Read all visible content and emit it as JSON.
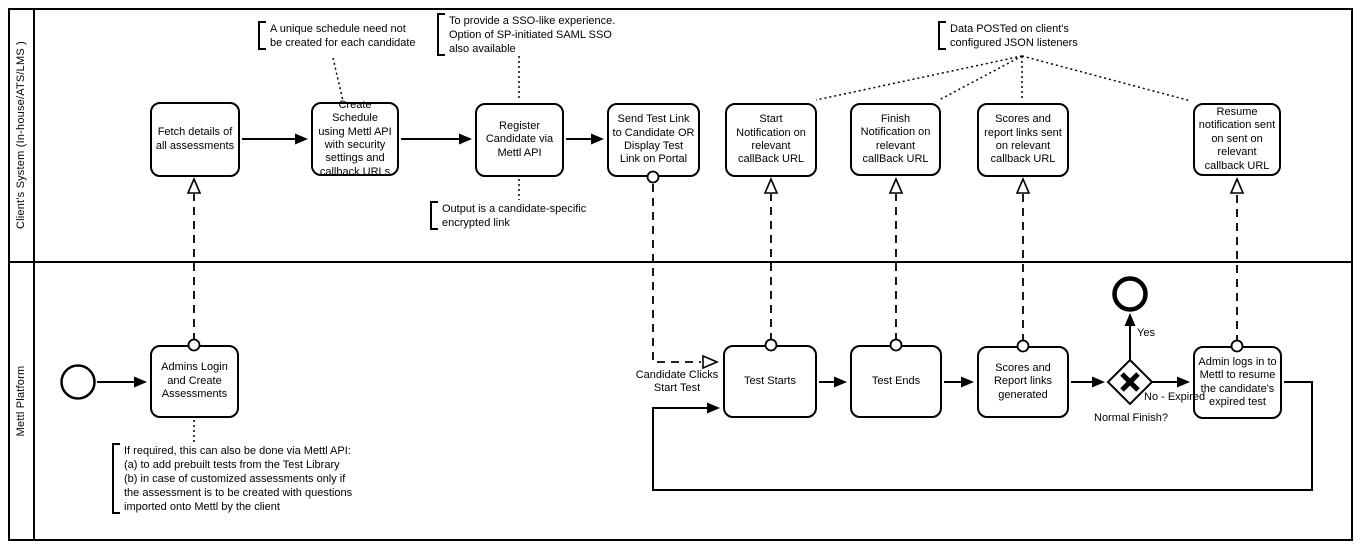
{
  "diagram": {
    "type": "bpmn-swimlane-flowchart",
    "colors": {
      "stroke": "#000000",
      "fill": "#ffffff"
    },
    "lanes": {
      "client": {
        "label": "Client's System (In-house/ATS/LMS )"
      },
      "mettl": {
        "label": "Mettl Platform"
      }
    },
    "nodes": {
      "fetch": {
        "label": "Fetch details of\nall assessments"
      },
      "create_schedule": {
        "label": "Create Schedule\nusing Mettl API\nwith security\nsettings and\ncallback URLs"
      },
      "register": {
        "label": "Register\nCandidate via\nMettl API"
      },
      "send_link": {
        "label": "Send Test Link\nto Candidate OR\nDisplay Test\nLink on Portal"
      },
      "start_notification": {
        "label": "Start\nNotification on\nrelevant\ncallBack URL"
      },
      "finish_notification": {
        "label": "Finish\nNotification on\nrelevant\ncallBack URL"
      },
      "scores_sent": {
        "label": "Scores and\nreport links sent\non relevant\ncallback URL"
      },
      "resume_notification": {
        "label": "Resume\nnotification sent\non sent on\nrelevant\ncallback URL"
      },
      "admins_login": {
        "label": "Admins Login\nand Create\nAssessments"
      },
      "test_starts": {
        "label": "Test Starts"
      },
      "test_ends": {
        "label": "Test Ends"
      },
      "scores_generated": {
        "label": "Scores and\nReport links\ngenerated"
      },
      "admin_resume": {
        "label": "Admin logs in to\nMettl to resume\nthe candidate's\nexpired test"
      }
    },
    "annotations": {
      "unique_schedule": {
        "text": "A unique schedule need not\nbe created for each candidate"
      },
      "sso": {
        "text": "To provide a SSO-like experience.\nOption of SP-initiated SAML SSO\nalso available"
      },
      "output_link": {
        "text": "Output is a candidate-specific\nencrypted link"
      },
      "data_posted": {
        "text": "Data POSTed on client's\nconfigured JSON listeners"
      },
      "if_required": {
        "text": "If required, this can also be done via Mettl API:\n(a) to add prebuilt tests from the Test Library\n(b) in case of customized assessments only if\nthe assessment is to be created with questions\nimported onto Mettl by the client"
      }
    },
    "labels": {
      "candidate_clicks": "Candidate Clicks\nStart Test",
      "yes": "Yes",
      "no_expired": "No - Expired",
      "normal_finish": "Normal Finish?"
    }
  }
}
